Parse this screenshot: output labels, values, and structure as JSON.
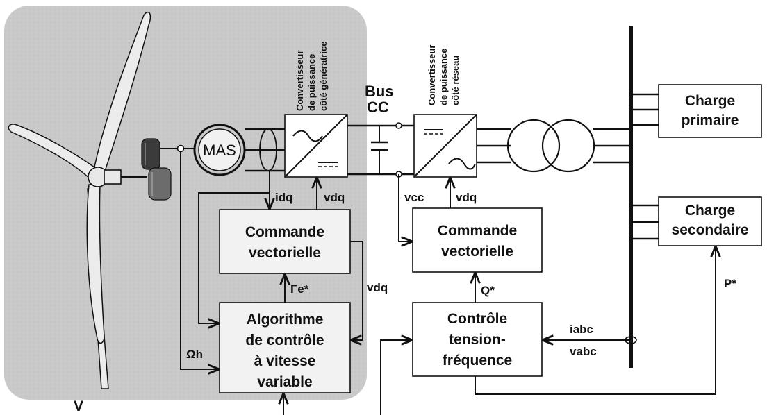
{
  "labels": {
    "wind_speed": "V",
    "machine": "MAS",
    "dc_bus_line1": "Bus",
    "dc_bus_line2": "CC",
    "gen_converter_line1": "Convertisseur",
    "gen_converter_line2": "de puissance",
    "gen_converter_line3": "côté génératrice",
    "grid_converter_line1": "Convertisseur",
    "grid_converter_line2": "de puissance",
    "grid_converter_line3": "côté réseau"
  },
  "blocks": {
    "vector_control_left": [
      "Commande",
      "vectorielle"
    ],
    "speed_algorithm": [
      "Algorithme",
      "de contrôle",
      "à vitesse",
      "variable"
    ],
    "vector_control_right": [
      "Commande",
      "vectorielle"
    ],
    "voltage_frequency_control": [
      "Contrôle",
      "tension-",
      "fréquence"
    ],
    "primary_load": [
      "Charge",
      "primaire"
    ],
    "secondary_load": [
      "Charge",
      "secondaire"
    ]
  },
  "signals": {
    "idq": "idq",
    "vdq_top_left": "vdq",
    "vdq_side": "vdq",
    "gamma_e_ref": "Γe*",
    "omega_h": "Ωh",
    "vcc": "vcc",
    "vdq_right": "vdq",
    "q_ref": "Q*",
    "iabc": "iabc",
    "vabc": "vabc",
    "p_ref": "P*"
  },
  "colors": {
    "panel_background": "#c9c9c9",
    "line": "#111111",
    "block_fill": "#f2f2f2"
  }
}
